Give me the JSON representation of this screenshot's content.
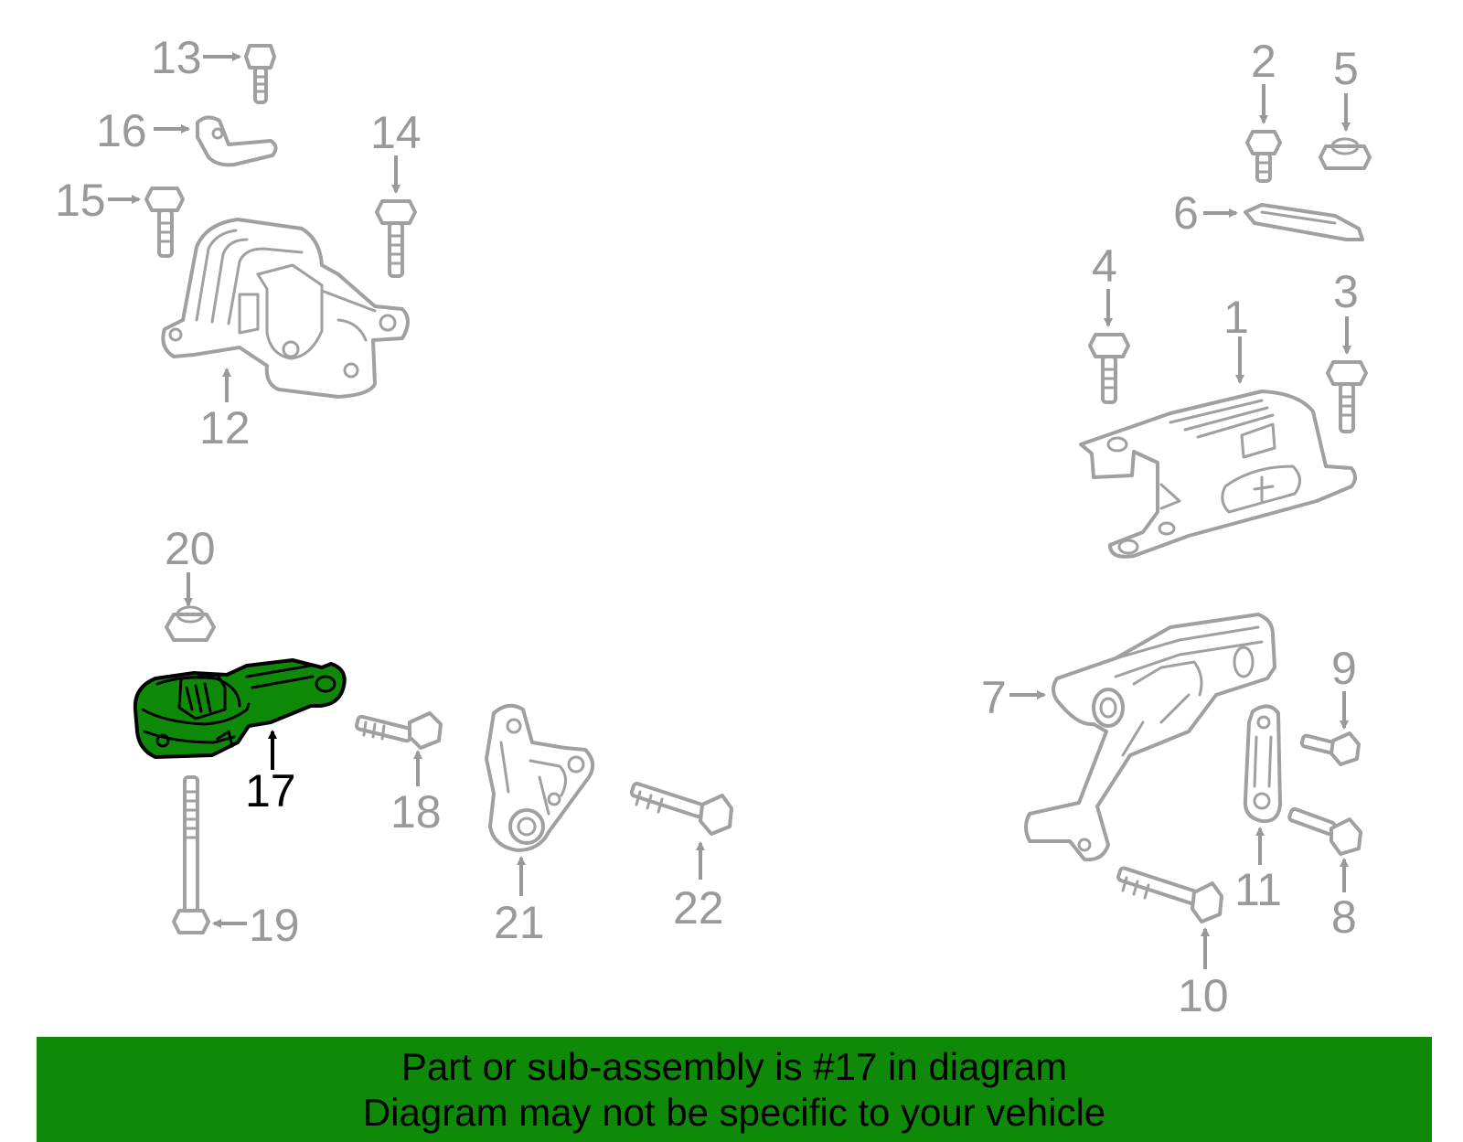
{
  "highlight_color": "#0f8a08",
  "highlighted_part": "17",
  "callouts": [
    "1",
    "2",
    "3",
    "4",
    "5",
    "6",
    "7",
    "8",
    "9",
    "10",
    "11",
    "12",
    "13",
    "14",
    "15",
    "16",
    "17",
    "18",
    "19",
    "20",
    "21",
    "22"
  ],
  "banner": {
    "line1": "Part or sub-assembly is #17 in diagram",
    "line2": "Diagram may not be specific to your vehicle"
  }
}
